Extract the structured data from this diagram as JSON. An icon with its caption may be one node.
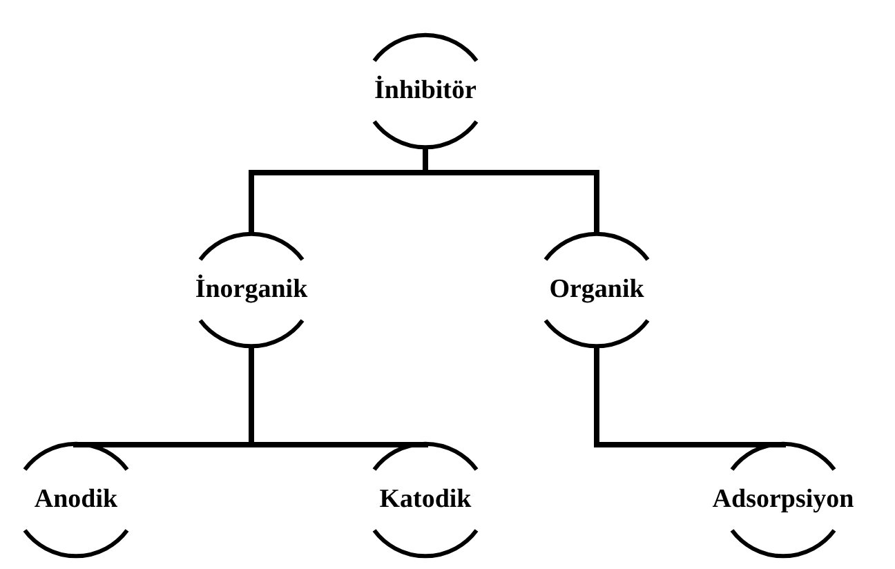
{
  "diagram": {
    "nodes": [
      {
        "text": [
          "İnhibitör"
        ]
      },
      {
        "text": [
          "İnorganik"
        ]
      },
      {
        "text": [
          "Organik"
        ]
      },
      {
        "text": [
          "Anodik"
        ]
      },
      {
        "text": [
          "Katodik"
        ]
      },
      {
        "text": [
          "Adsorpsiyon"
        ]
      }
    ],
    "edges": [
      {
        "from": 0,
        "to": 1,
        "arrow": "none"
      },
      {
        "from": 0,
        "to": 2,
        "arrow": "none"
      },
      {
        "from": 1,
        "to": 3,
        "arrow": "none"
      },
      {
        "from": 1,
        "to": 4,
        "arrow": "none"
      },
      {
        "from": 2,
        "to": 5,
        "arrow": "none"
      }
    ]
  }
}
